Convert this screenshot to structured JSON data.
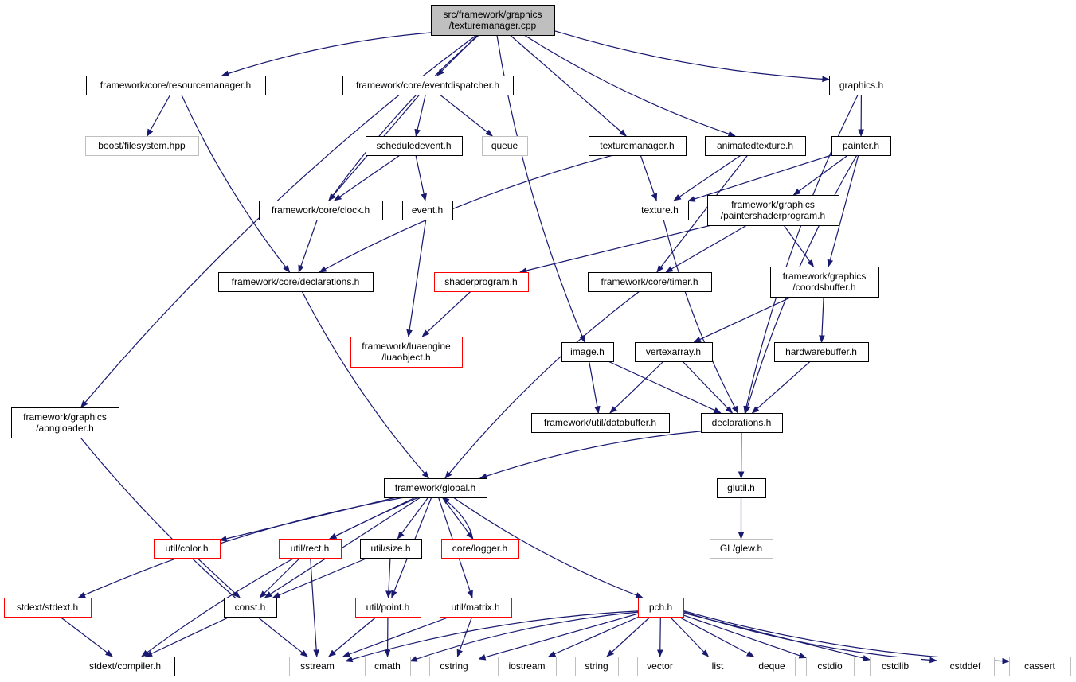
{
  "colors": {
    "edge": "#191970",
    "root_fill": "#bfbfbf",
    "default_border": "#000000",
    "truncated_border": "#ff0000",
    "external_border": "#bfbfbf"
  },
  "nodes": [
    {
      "id": "root",
      "lines": [
        "src/framework/graphics",
        "/texturemanager.cpp"
      ],
      "style": "root"
    },
    {
      "id": "resourcemanager",
      "lines": [
        "framework/core/resourcemanager.h"
      ],
      "style": "default"
    },
    {
      "id": "eventdispatcher",
      "lines": [
        "framework/core/eventdispatcher.h"
      ],
      "style": "default"
    },
    {
      "id": "graphics_h",
      "lines": [
        "graphics.h"
      ],
      "style": "default"
    },
    {
      "id": "boost_fs",
      "lines": [
        "boost/filesystem.hpp"
      ],
      "style": "external"
    },
    {
      "id": "scheduledevent",
      "lines": [
        "scheduledevent.h"
      ],
      "style": "default"
    },
    {
      "id": "queue",
      "lines": [
        "queue"
      ],
      "style": "external"
    },
    {
      "id": "texturemanager_h",
      "lines": [
        "texturemanager.h"
      ],
      "style": "default"
    },
    {
      "id": "animatedtexture",
      "lines": [
        "animatedtexture.h"
      ],
      "style": "default"
    },
    {
      "id": "painter",
      "lines": [
        "painter.h"
      ],
      "style": "default"
    },
    {
      "id": "clock",
      "lines": [
        "framework/core/clock.h"
      ],
      "style": "default"
    },
    {
      "id": "event",
      "lines": [
        "event.h"
      ],
      "style": "default"
    },
    {
      "id": "texture",
      "lines": [
        "texture.h"
      ],
      "style": "default"
    },
    {
      "id": "paintershader",
      "lines": [
        "framework/graphics",
        "/paintershaderprogram.h"
      ],
      "style": "default"
    },
    {
      "id": "declarations_core",
      "lines": [
        "framework/core/declarations.h"
      ],
      "style": "default"
    },
    {
      "id": "shaderprogram",
      "lines": [
        "shaderprogram.h"
      ],
      "style": "truncated"
    },
    {
      "id": "timer",
      "lines": [
        "framework/core/timer.h"
      ],
      "style": "default"
    },
    {
      "id": "coordsbuffer",
      "lines": [
        "framework/graphics",
        "/coordsbuffer.h"
      ],
      "style": "default"
    },
    {
      "id": "luaobject",
      "lines": [
        "framework/luaengine",
        "/luaobject.h"
      ],
      "style": "truncated"
    },
    {
      "id": "image",
      "lines": [
        "image.h"
      ],
      "style": "default"
    },
    {
      "id": "vertexarray",
      "lines": [
        "vertexarray.h"
      ],
      "style": "default"
    },
    {
      "id": "hardwarebuffer",
      "lines": [
        "hardwarebuffer.h"
      ],
      "style": "default"
    },
    {
      "id": "apngloader",
      "lines": [
        "framework/graphics",
        "/apngloader.h"
      ],
      "style": "default"
    },
    {
      "id": "databuffer",
      "lines": [
        "framework/util/databuffer.h"
      ],
      "style": "default"
    },
    {
      "id": "declarations_h",
      "lines": [
        "declarations.h"
      ],
      "style": "default"
    },
    {
      "id": "global",
      "lines": [
        "framework/global.h"
      ],
      "style": "default"
    },
    {
      "id": "glutil",
      "lines": [
        "glutil.h"
      ],
      "style": "default"
    },
    {
      "id": "glew",
      "lines": [
        "GL/glew.h"
      ],
      "style": "external"
    },
    {
      "id": "color",
      "lines": [
        "util/color.h"
      ],
      "style": "truncated"
    },
    {
      "id": "rect",
      "lines": [
        "util/rect.h"
      ],
      "style": "truncated"
    },
    {
      "id": "size",
      "lines": [
        "util/size.h"
      ],
      "style": "default"
    },
    {
      "id": "logger",
      "lines": [
        "core/logger.h"
      ],
      "style": "truncated"
    },
    {
      "id": "stdext",
      "lines": [
        "stdext/stdext.h"
      ],
      "style": "truncated"
    },
    {
      "id": "const",
      "lines": [
        "const.h"
      ],
      "style": "default"
    },
    {
      "id": "point",
      "lines": [
        "util/point.h"
      ],
      "style": "truncated"
    },
    {
      "id": "matrix",
      "lines": [
        "util/matrix.h"
      ],
      "style": "truncated"
    },
    {
      "id": "pch",
      "lines": [
        "pch.h"
      ],
      "style": "truncated"
    },
    {
      "id": "compiler",
      "lines": [
        "stdext/compiler.h"
      ],
      "style": "default"
    },
    {
      "id": "sstream",
      "lines": [
        "sstream"
      ],
      "style": "external"
    },
    {
      "id": "cmath",
      "lines": [
        "cmath"
      ],
      "style": "external"
    },
    {
      "id": "cstring",
      "lines": [
        "cstring"
      ],
      "style": "external"
    },
    {
      "id": "iostream",
      "lines": [
        "iostream"
      ],
      "style": "external"
    },
    {
      "id": "string",
      "lines": [
        "string"
      ],
      "style": "external"
    },
    {
      "id": "vector",
      "lines": [
        "vector"
      ],
      "style": "external"
    },
    {
      "id": "list",
      "lines": [
        "list"
      ],
      "style": "external"
    },
    {
      "id": "deque",
      "lines": [
        "deque"
      ],
      "style": "external"
    },
    {
      "id": "cstdio",
      "lines": [
        "cstdio"
      ],
      "style": "external"
    },
    {
      "id": "cstdlib",
      "lines": [
        "cstdlib"
      ],
      "style": "external"
    },
    {
      "id": "cstddef",
      "lines": [
        "cstddef"
      ],
      "style": "external"
    },
    {
      "id": "cassert",
      "lines": [
        "cassert"
      ],
      "style": "external"
    }
  ],
  "edges": [
    [
      "root",
      "resourcemanager"
    ],
    [
      "root",
      "eventdispatcher"
    ],
    [
      "root",
      "graphics_h"
    ],
    [
      "root",
      "clock"
    ],
    [
      "root",
      "texturemanager_h"
    ],
    [
      "root",
      "animatedtexture"
    ],
    [
      "root",
      "image"
    ],
    [
      "root",
      "apngloader"
    ],
    [
      "resourcemanager",
      "boost_fs"
    ],
    [
      "resourcemanager",
      "declarations_core"
    ],
    [
      "eventdispatcher",
      "scheduledevent"
    ],
    [
      "eventdispatcher",
      "queue"
    ],
    [
      "eventdispatcher",
      "clock"
    ],
    [
      "scheduledevent",
      "clock"
    ],
    [
      "scheduledevent",
      "event"
    ],
    [
      "clock",
      "declarations_core"
    ],
    [
      "event",
      "luaobject"
    ],
    [
      "texturemanager_h",
      "declarations_core"
    ],
    [
      "texturemanager_h",
      "texture"
    ],
    [
      "animatedtexture",
      "texture"
    ],
    [
      "animatedtexture",
      "timer"
    ],
    [
      "graphics_h",
      "painter"
    ],
    [
      "graphics_h",
      "declarations_h"
    ],
    [
      "painter",
      "texture"
    ],
    [
      "painter",
      "paintershader"
    ],
    [
      "painter",
      "coordsbuffer"
    ],
    [
      "painter",
      "declarations_h"
    ],
    [
      "paintershader",
      "shaderprogram"
    ],
    [
      "paintershader",
      "timer"
    ],
    [
      "paintershader",
      "coordsbuffer"
    ],
    [
      "texture",
      "declarations_h"
    ],
    [
      "declarations_core",
      "global"
    ],
    [
      "shaderprogram",
      "luaobject"
    ],
    [
      "timer",
      "global"
    ],
    [
      "coordsbuffer",
      "vertexarray"
    ],
    [
      "coordsbuffer",
      "hardwarebuffer"
    ],
    [
      "vertexarray",
      "databuffer"
    ],
    [
      "vertexarray",
      "declarations_h"
    ],
    [
      "hardwarebuffer",
      "declarations_h"
    ],
    [
      "image",
      "databuffer"
    ],
    [
      "image",
      "declarations_h"
    ],
    [
      "declarations_h",
      "global"
    ],
    [
      "declarations_h",
      "glutil"
    ],
    [
      "glutil",
      "glew"
    ],
    [
      "apngloader",
      "sstream"
    ],
    [
      "global",
      "stdext"
    ],
    [
      "global",
      "compiler"
    ],
    [
      "global",
      "color"
    ],
    [
      "global",
      "const"
    ],
    [
      "global",
      "rect"
    ],
    [
      "global",
      "size"
    ],
    [
      "global",
      "point"
    ],
    [
      "global",
      "logger"
    ],
    [
      "global",
      "matrix"
    ],
    [
      "global",
      "pch"
    ],
    [
      "logger",
      "global"
    ],
    [
      "color",
      "const"
    ],
    [
      "rect",
      "const"
    ],
    [
      "rect",
      "sstream"
    ],
    [
      "size",
      "const"
    ],
    [
      "size",
      "point"
    ],
    [
      "stdext",
      "compiler"
    ],
    [
      "const",
      "compiler"
    ],
    [
      "point",
      "sstream"
    ],
    [
      "point",
      "cmath"
    ],
    [
      "matrix",
      "sstream"
    ],
    [
      "matrix",
      "cstring"
    ],
    [
      "pch",
      "sstream"
    ],
    [
      "pch",
      "cmath"
    ],
    [
      "pch",
      "cstring"
    ],
    [
      "pch",
      "iostream"
    ],
    [
      "pch",
      "string"
    ],
    [
      "pch",
      "vector"
    ],
    [
      "pch",
      "list"
    ],
    [
      "pch",
      "deque"
    ],
    [
      "pch",
      "cstdio"
    ],
    [
      "pch",
      "cstdlib"
    ],
    [
      "pch",
      "cstddef"
    ],
    [
      "pch",
      "cassert"
    ]
  ]
}
